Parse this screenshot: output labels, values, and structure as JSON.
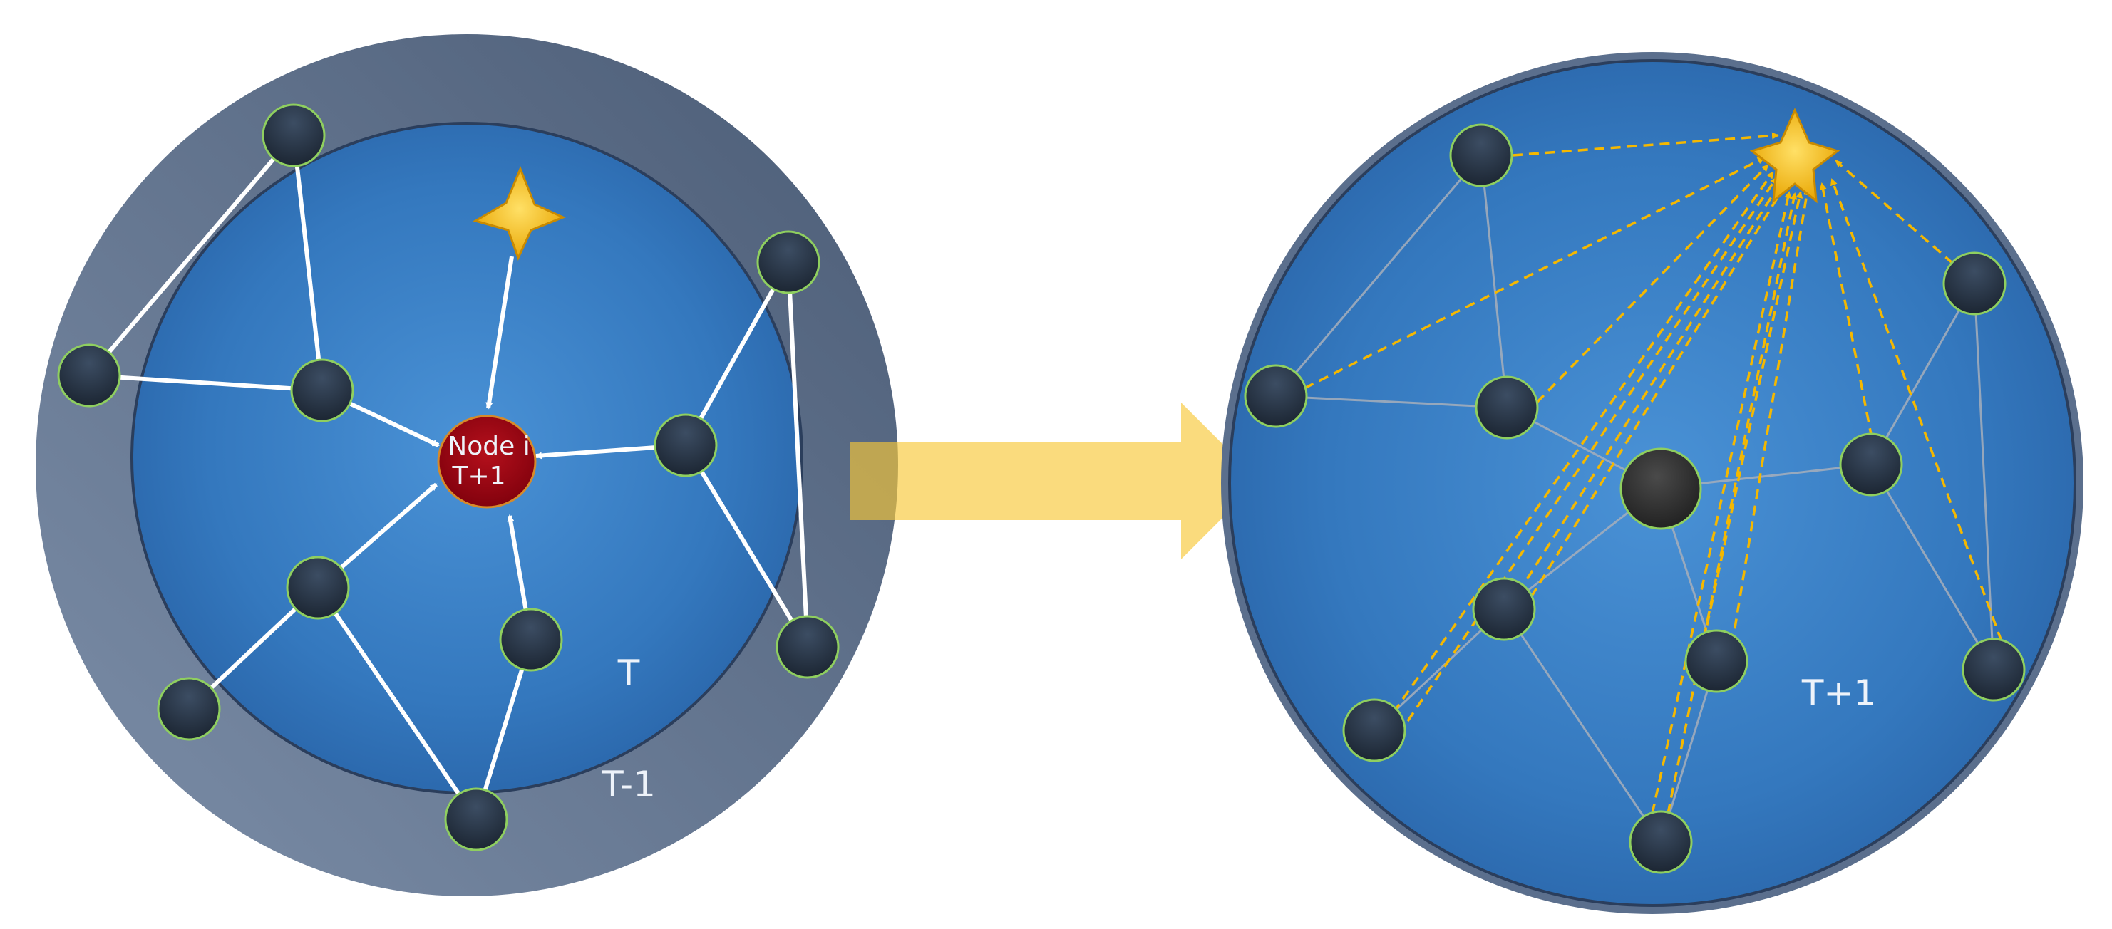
{
  "labels": {
    "node_line1": "Node i",
    "node_line2": "T+1",
    "inner_ring": "T",
    "outer_ring": "T-1",
    "right_circle": "T+1"
  },
  "colors": {
    "outer_ring": "#5f7390",
    "inner_circle": "#3478be",
    "node_fill": "#2a3a4d",
    "node_stroke": "#9bd36a",
    "target_node": "#a10010",
    "edge_white": "#ffffff",
    "edge_gray": "#9ea8b6",
    "attention_dash": "#f5b800",
    "arrow": "#f7cd5c",
    "star": "#f7c100"
  },
  "icons": {
    "star": "star-icon",
    "arrow": "right-arrow-icon"
  }
}
